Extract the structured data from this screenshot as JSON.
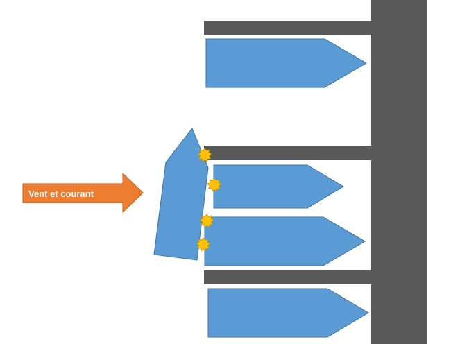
{
  "wind_arrow": {
    "label": "Vent et courant",
    "color": "#ED7D31",
    "text_color": "#ffffff"
  },
  "colors": {
    "quay": "#595959",
    "boat_fill": "#5B9BD5",
    "boat_stroke": "#41719C",
    "impact_fill": "#FFC000",
    "impact_stroke": "#BF9000"
  },
  "moored_boats_count": 4,
  "impact_points_count": 4
}
